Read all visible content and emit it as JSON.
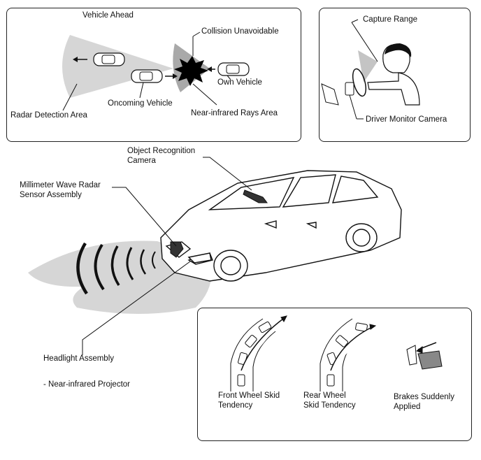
{
  "panel_top_left": {
    "vehicle_ahead": "Vehicle Ahead",
    "collision_unavoidable": "Collision Unavoidable",
    "own_vehicle": "Own Vehicle",
    "oncoming_vehicle": "Oncoming Vehicle",
    "radar_detection_area": "Radar Detection Area",
    "near_infrared_rays_area": "Near-infrared Rays Area"
  },
  "panel_top_right": {
    "capture_range": "Capture Range",
    "driver_monitor_camera": "Driver Monitor Camera"
  },
  "main": {
    "object_recognition_camera": "Object Recognition Camera",
    "mm_wave_radar": "Millimeter Wave Radar Sensor Assembly",
    "headlight_assembly": "Headlight Assembly",
    "near_infrared_projector": "- Near-infrared Projector"
  },
  "panel_bottom": {
    "front_wheel_skid": "Front Wheel Skid Tendency",
    "rear_wheel_skid": "Rear Wheel Skid Tendency",
    "brakes_suddenly": "Brakes Suddenly Applied"
  }
}
